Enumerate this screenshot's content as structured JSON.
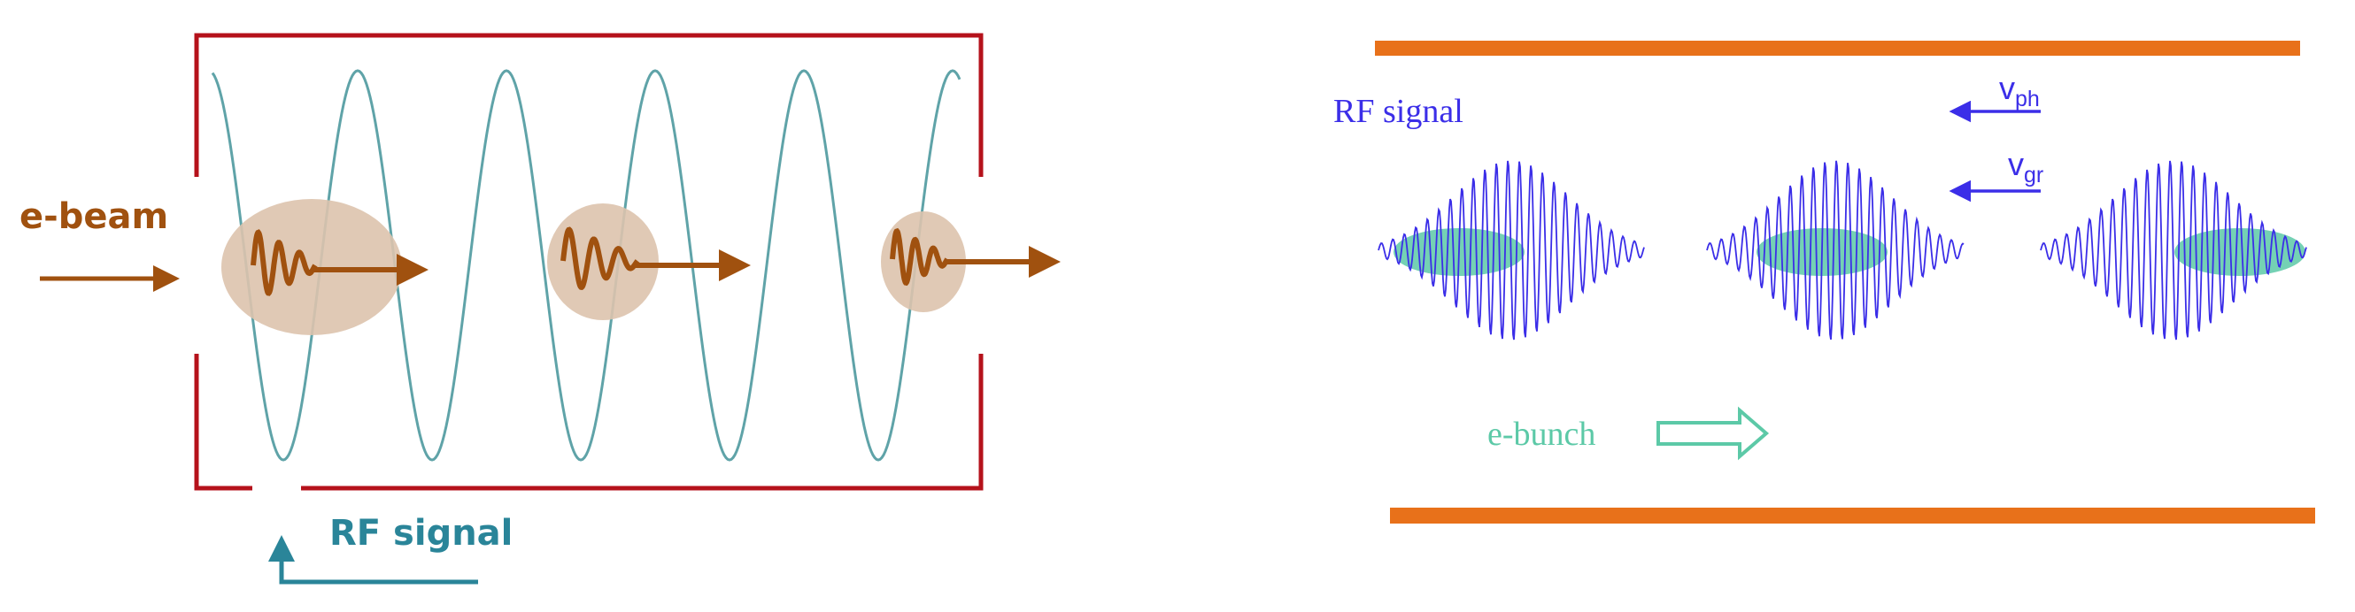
{
  "left_panel": {
    "beam_label": "e-beam",
    "rf_label": "RF signal"
  },
  "right_panel": {
    "rf_label": "RF signal",
    "phase_velocity": {
      "symbol": "v",
      "subscript": "ph"
    },
    "group_velocity": {
      "symbol": "v",
      "subscript": "gr"
    },
    "bunch_label": "e-bunch"
  },
  "colors": {
    "cavity": "#b5121b",
    "wave": "#5fa3a8",
    "beam": "#a0510f",
    "bunch_blob": "#ddc3ad",
    "rf_label": "#2a8599",
    "plate": "#e8711a",
    "rf_packet": "#3b2ee8",
    "e_bunch": "#5cc9a7"
  },
  "icons": {
    "beam_arrow": "right-arrow-icon",
    "rf_input_arrow": "up-arrow-icon",
    "velocity_arrow": "left-arrow-icon",
    "bunch_arrow": "hollow-right-arrow-icon"
  }
}
